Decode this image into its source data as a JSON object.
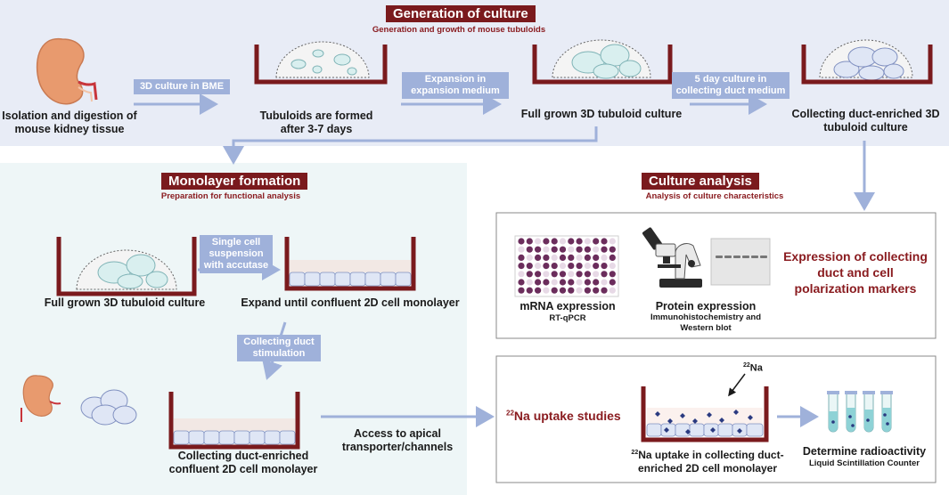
{
  "generation": {
    "title": "Generation of culture",
    "subtitle": "Generation and growth of mouse tubuloids",
    "kidney_caption": "Isolation and digestion of mouse kidney tissue",
    "step1_label": "3D culture in BME",
    "tubuloids_caption": "Tubuloids are formed after 3-7 days",
    "step2_label": "Expansion in expansion medium",
    "fullgrown_caption": "Full grown 3D tubuloid culture",
    "step3_label": "5 day culture in collecting duct medium",
    "enriched_caption": "Collecting duct-enriched 3D tubuloid culture"
  },
  "monolayer": {
    "title": "Monolayer formation",
    "subtitle": "Preparation for functional analysis",
    "fullgrown_caption": "Full grown 3D tubuloid culture",
    "single_cell_label": "Single cell suspension with accutase",
    "expand_caption": "Expand until confluent 2D cell monolayer",
    "stimulation_label": "Collecting duct stimulation",
    "enriched_caption": "Collecting duct-enriched confluent 2D cell monolayer",
    "access_label": "Access to apical transporter/channels"
  },
  "analysis": {
    "title": "Culture analysis",
    "subtitle": "Analysis of culture characteristics",
    "mrna_title": "mRNA expression",
    "mrna_sub": "RT-qPCR",
    "protein_title": "Protein expression",
    "protein_sub": "Immunohistochemistry and Western blot",
    "markers_text": "Expression of collecting duct and cell polarization markers",
    "na_uptake_title": "Na uptake studies",
    "na_superscript": "22",
    "na_label": "Na",
    "na_uptake_caption": "Na uptake in collecting duct-enriched 2D cell monolayer",
    "radioactivity_title": "Determine radioactivity",
    "radioactivity_sub": "Liquid Scintillation Counter"
  },
  "colors": {
    "top_band": "#e8ecf6",
    "left_panel": "#eef6f7",
    "dark_red": "#7a1a1d",
    "arrow_blue": "#9fb1da",
    "organoid": "#d9efef",
    "organoid_stroke": "#7fb3b6",
    "enriched_organoid": "#dfe6f5",
    "kidney": "#e89a6e",
    "plate_purple": "#6b2d5c",
    "plate_light": "#e7d9e6"
  }
}
